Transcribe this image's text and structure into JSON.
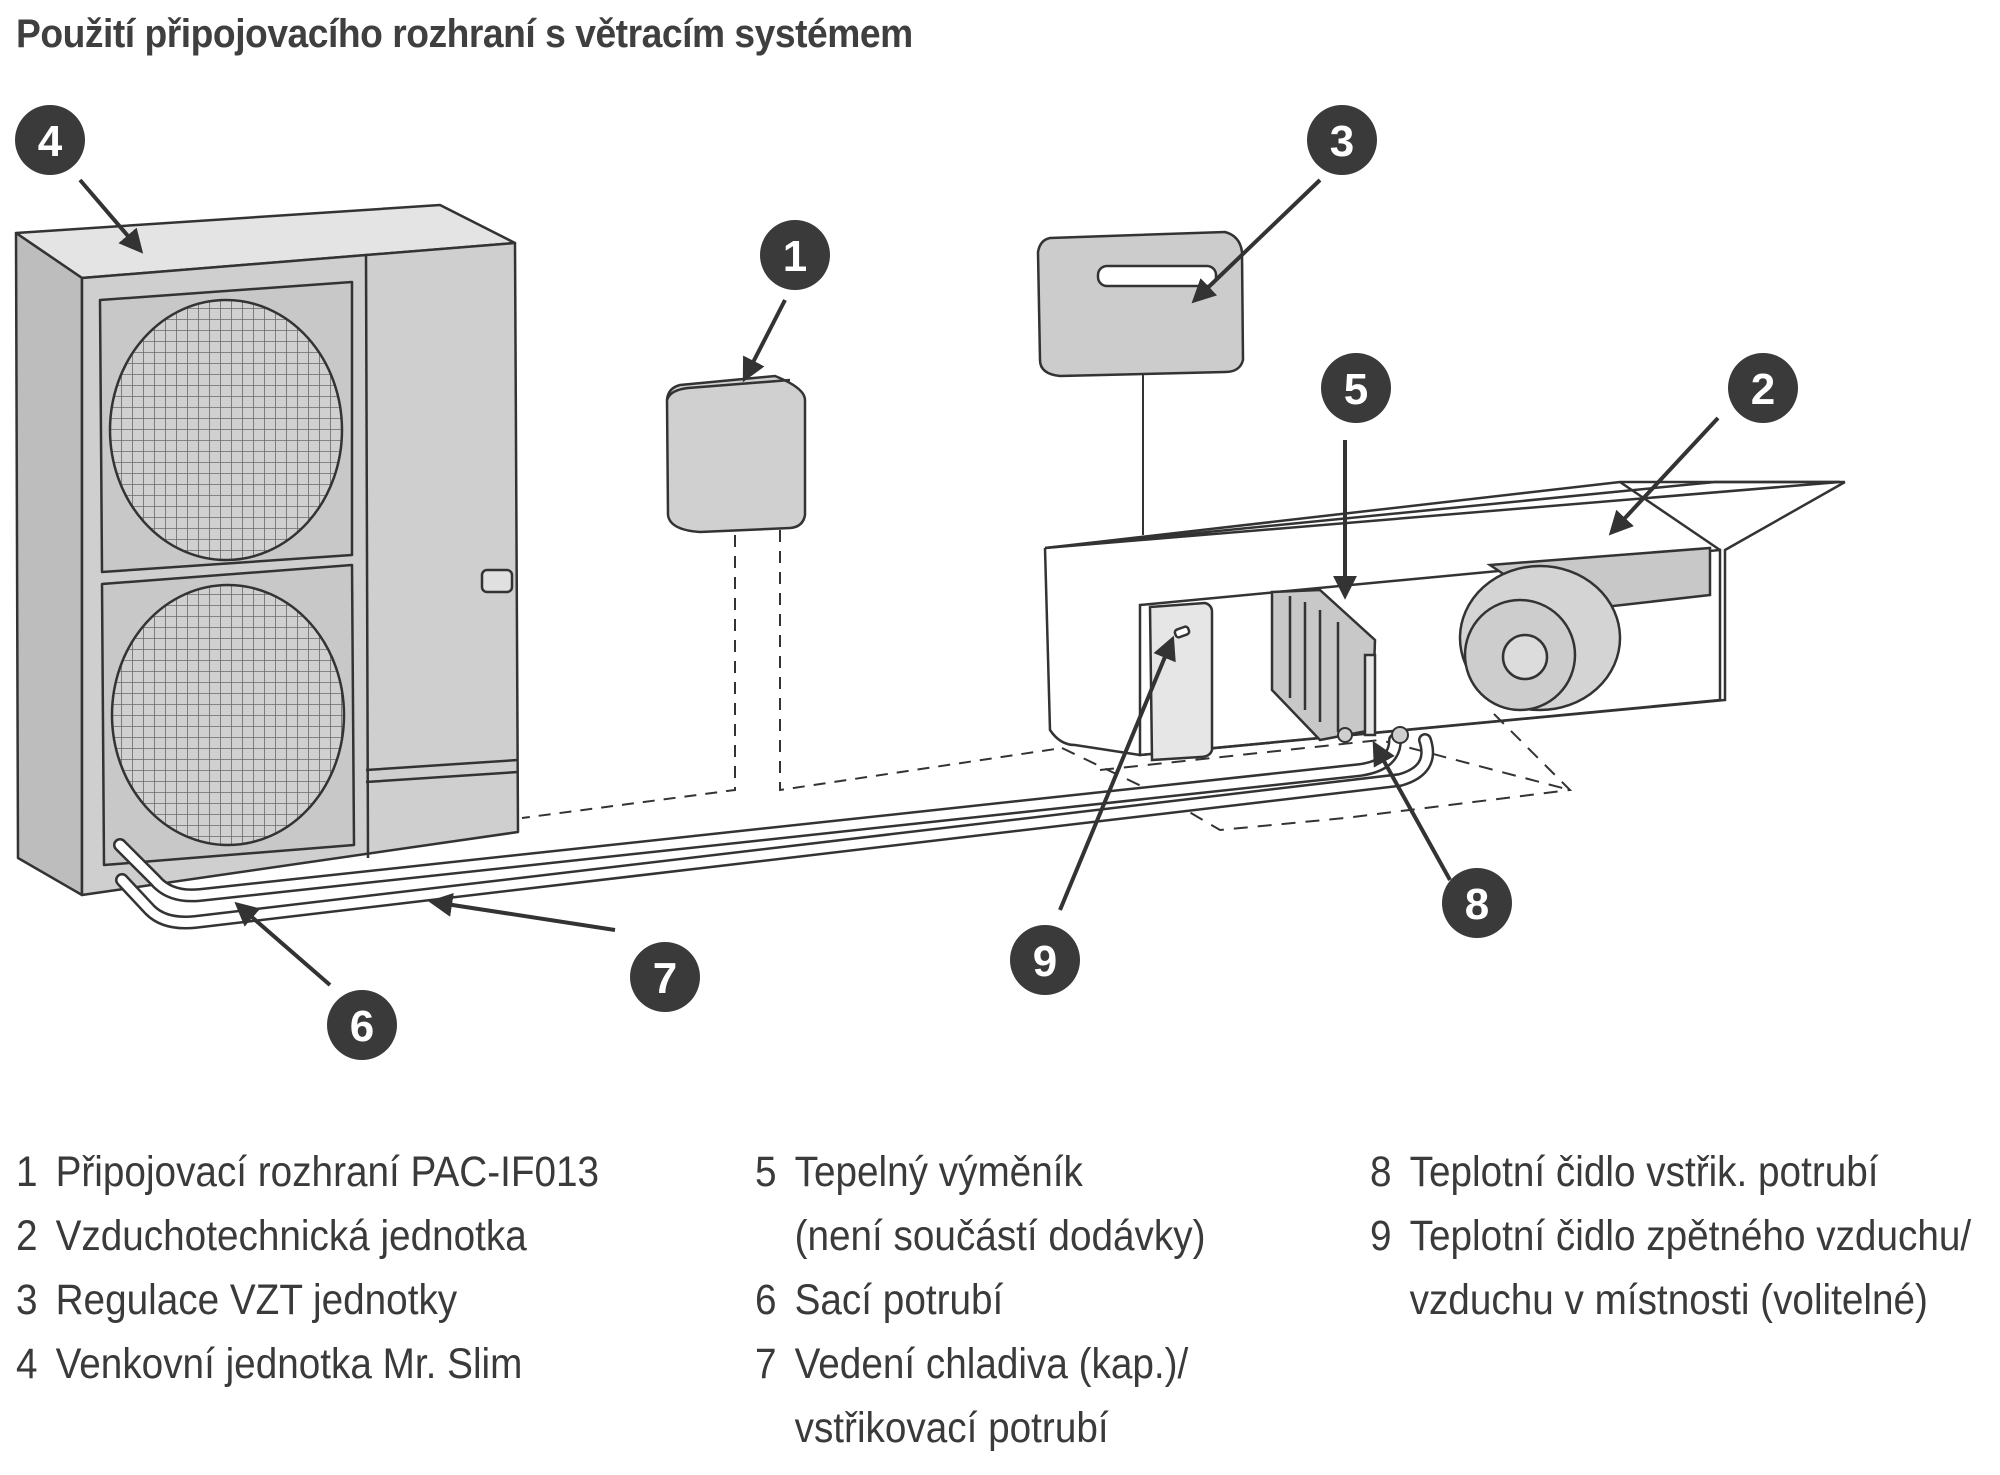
{
  "title": "Použití připojovacího rozhraní s větracím systémem",
  "callouts": {
    "c1": "1",
    "c2": "2",
    "c3": "3",
    "c4": "4",
    "c5": "5",
    "c6": "6",
    "c7": "7",
    "c8": "8",
    "c9": "9"
  },
  "legend": [
    {
      "num": "1",
      "lines": [
        "Připojovací rozhraní PAC-IF013"
      ]
    },
    {
      "num": "2",
      "lines": [
        "Vzduchotechnická jednotka"
      ]
    },
    {
      "num": "3",
      "lines": [
        "Regulace VZT jednotky"
      ]
    },
    {
      "num": "4",
      "lines": [
        "Venkovní jednotka Mr. Slim"
      ]
    },
    {
      "num": "5",
      "lines": [
        "Tepelný výměník",
        "(není součástí dodávky)"
      ]
    },
    {
      "num": "6",
      "lines": [
        "Sací potrubí"
      ]
    },
    {
      "num": "7",
      "lines": [
        "Vedení chladiva (kap.)/",
        "vstřikovací potrubí"
      ]
    },
    {
      "num": "8",
      "lines": [
        "Teplotní čidlo vstřik. potrubí"
      ]
    },
    {
      "num": "9",
      "lines": [
        "Teplotní čidlo zpětného vzduchu/",
        "vzduchu v místnosti (volitelné)"
      ]
    }
  ],
  "colors": {
    "badge": "#3a3a3a",
    "unit_fill": "#cfcfcf",
    "line": "#333333"
  }
}
